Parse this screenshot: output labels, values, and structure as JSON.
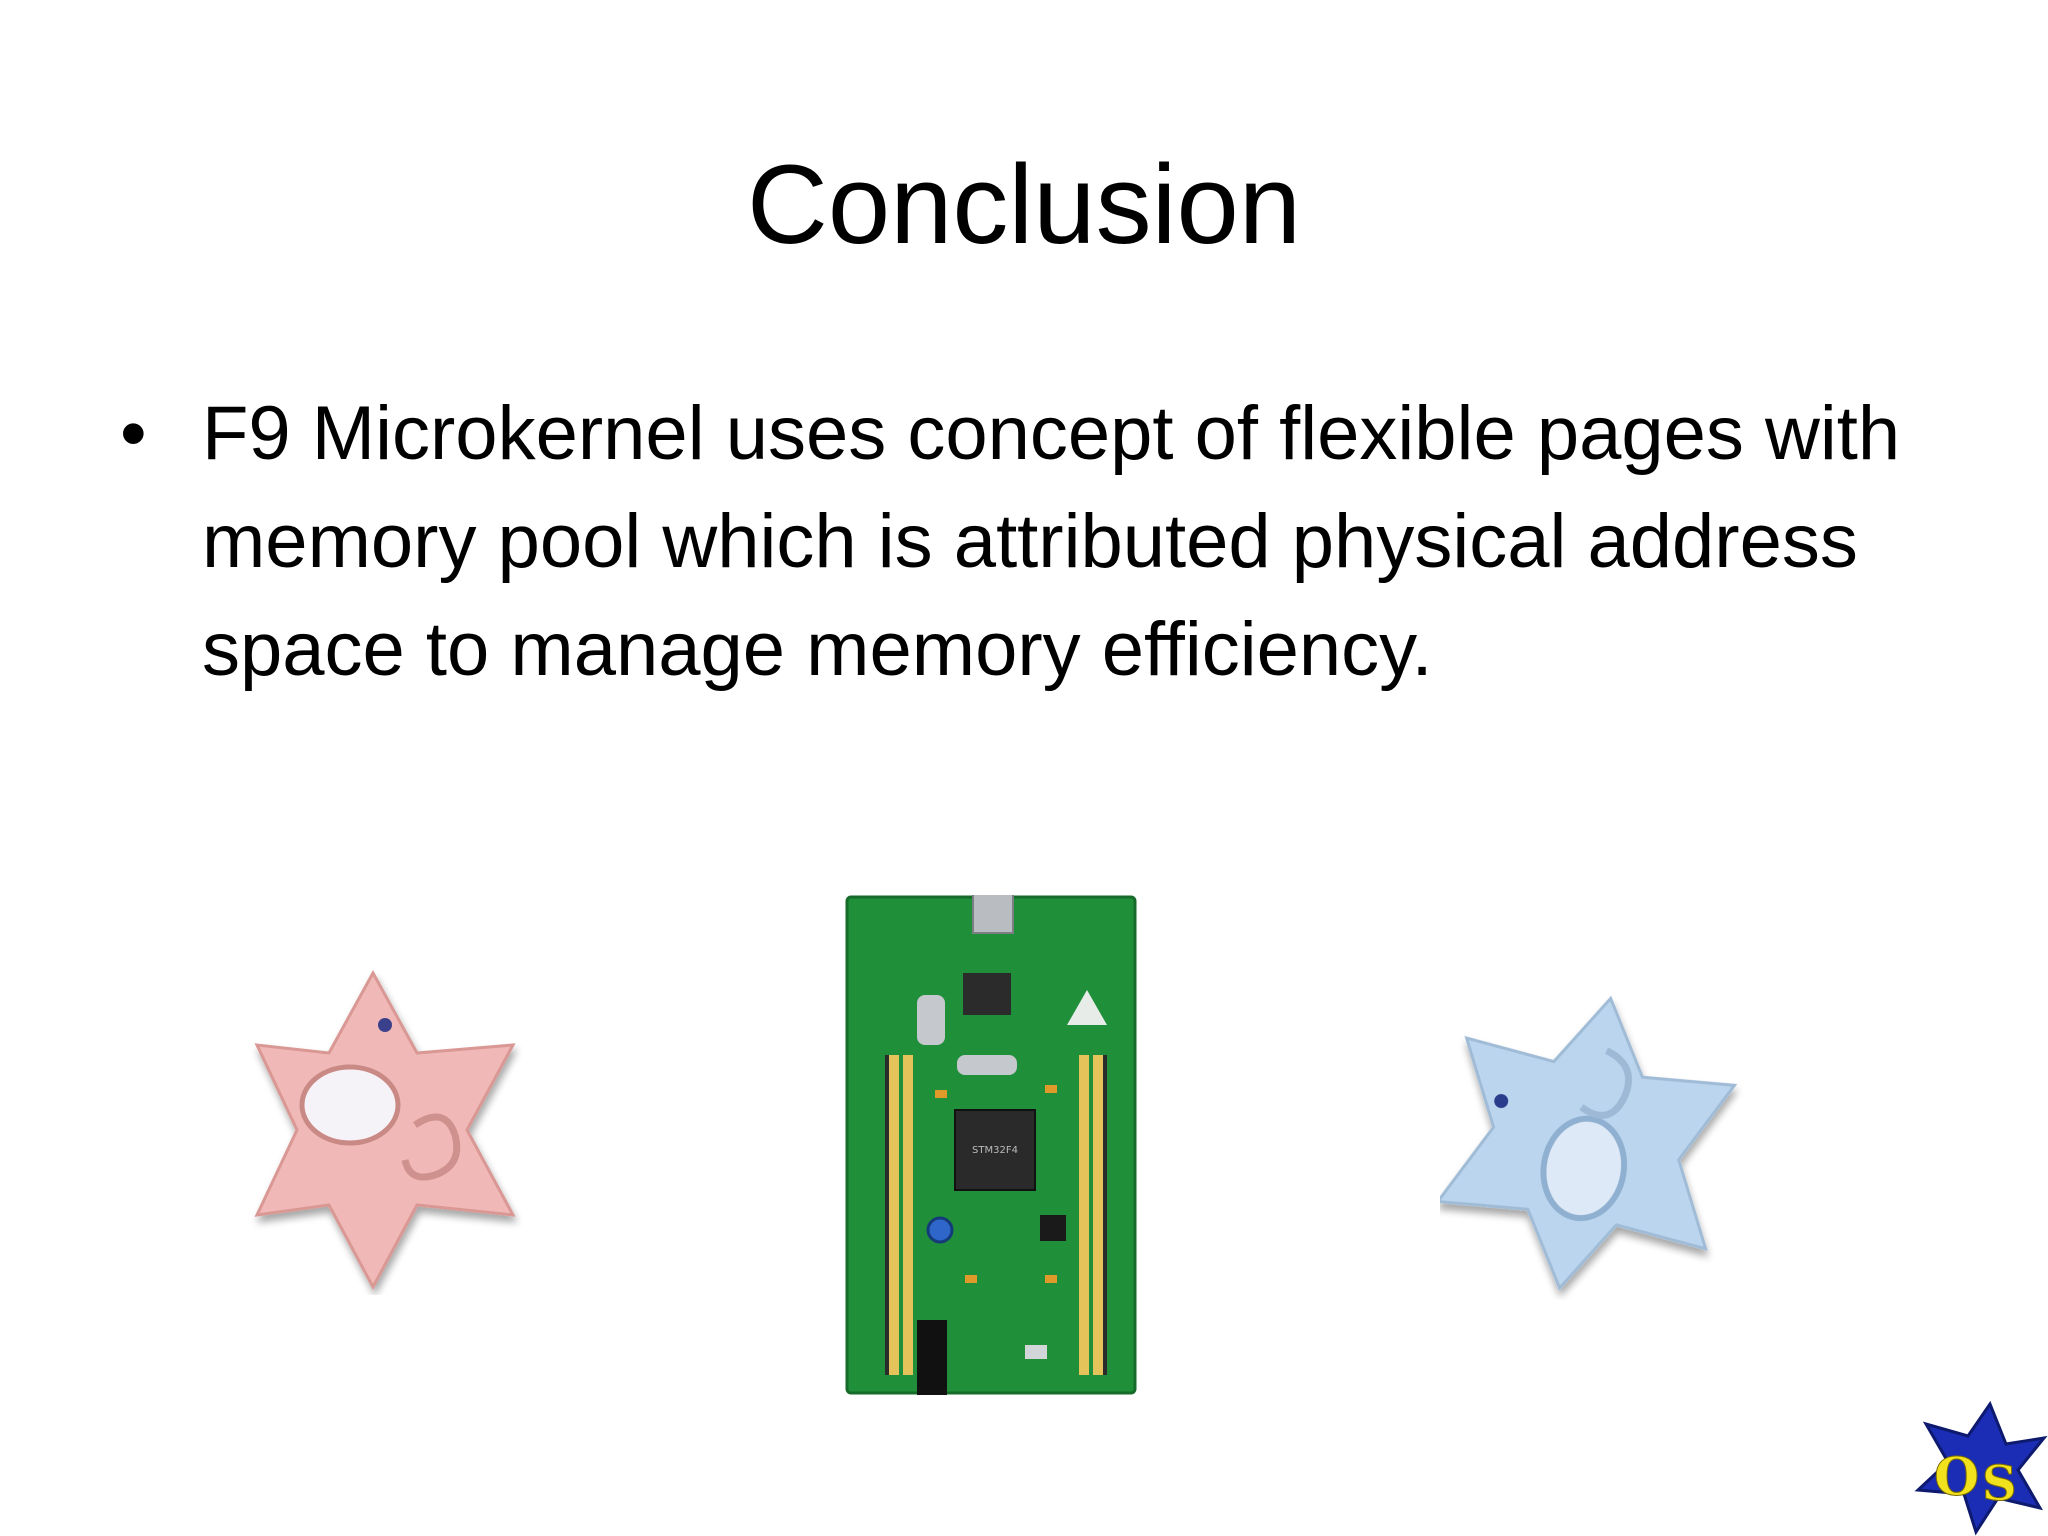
{
  "slide": {
    "title": "Conclusion",
    "bullets": [
      {
        "marker": "•",
        "text": "F9 Microkernel uses concept of flexible pages with memory pool which is attributed physical address space to manage memory efficiency."
      }
    ]
  },
  "images": {
    "star_left": {
      "icon": "pink-star-of-david-pendant",
      "color": "#f0b8b6"
    },
    "board": {
      "icon": "stm32f4-discovery-board",
      "color": "#1f8f3a"
    },
    "star_right": {
      "icon": "blue-star-of-david-pendant",
      "color": "#bcd5ee"
    },
    "logo": {
      "icon": "os-star-logo",
      "color": "#1b2db5",
      "accent": "#f2e21e"
    }
  },
  "colors": {
    "background": "#ffffff",
    "text": "#000000"
  }
}
